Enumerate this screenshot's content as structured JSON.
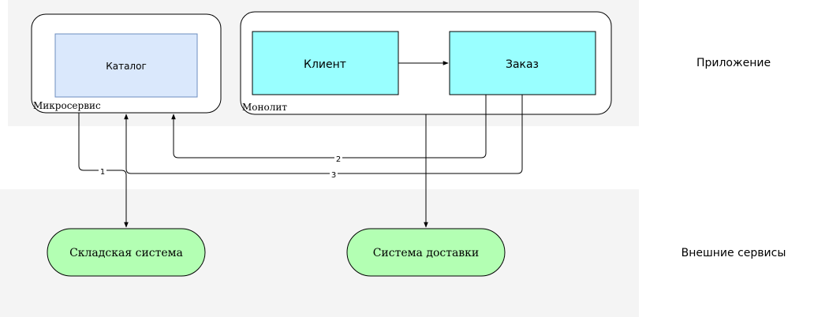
{
  "lanes": {
    "application": "Приложение",
    "external": "Внешние сервисы"
  },
  "containers": {
    "microservice": "Микросервис",
    "monolith": "Монолит"
  },
  "nodes": {
    "catalog": "Каталог",
    "client": "Клиент",
    "order": "Заказ",
    "warehouse": "Складская система",
    "delivery": "Система доставки"
  },
  "edges": {
    "e1": "1",
    "e2": "2",
    "e3": "3"
  },
  "colors": {
    "lane_fill": "#f4f4f4",
    "catalog_fill": "#dae8fc",
    "catalog_stroke": "#6c8ebf",
    "monolith_node_fill": "#99ffff",
    "service_fill": "#b3ffb3",
    "line": "#000000"
  }
}
